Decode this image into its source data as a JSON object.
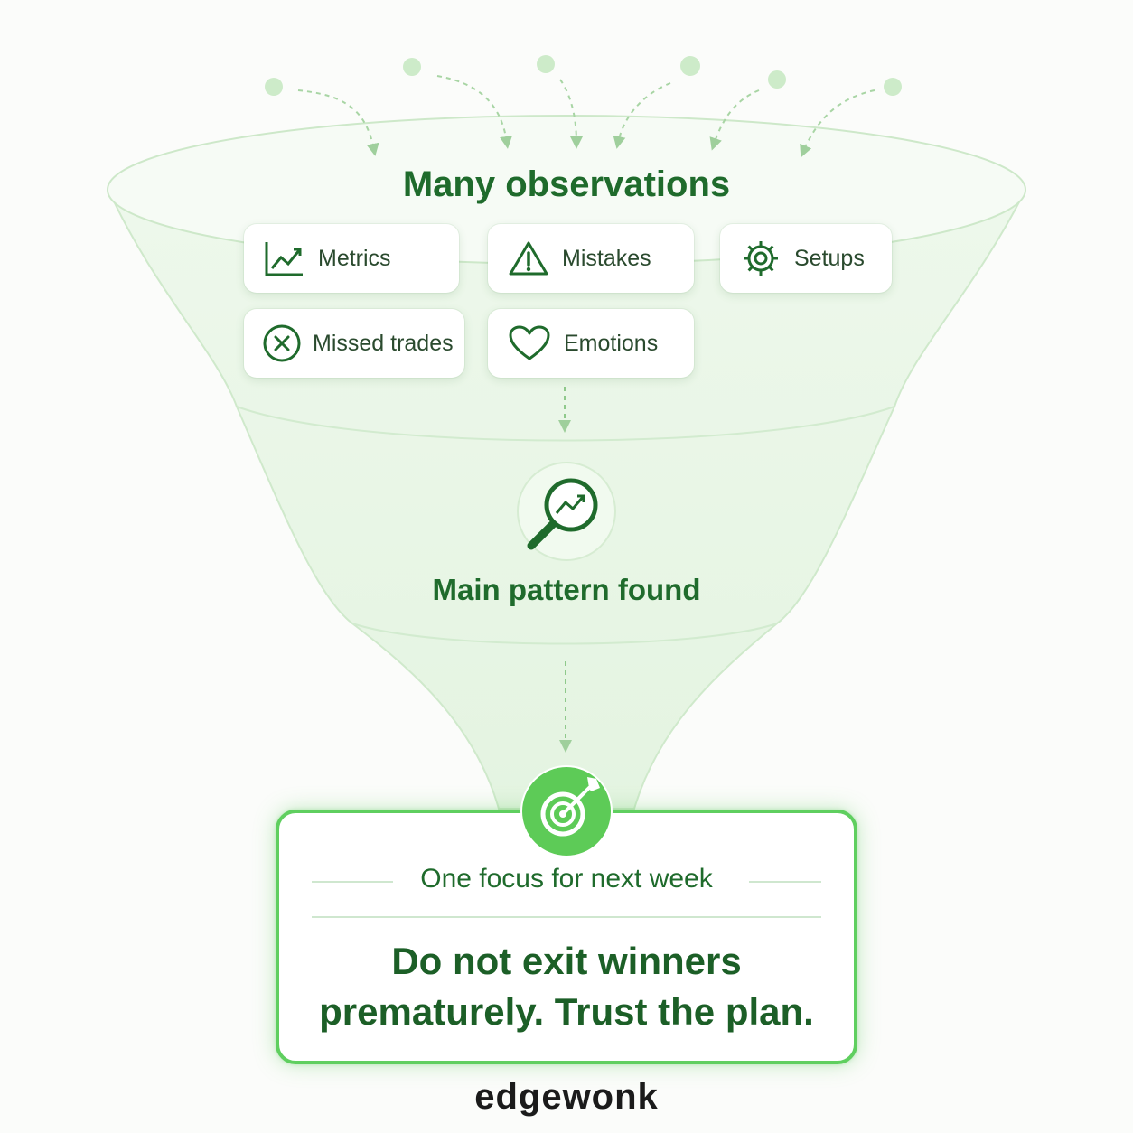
{
  "funnel": {
    "top_title": "Many observations",
    "chips": [
      {
        "label": "Metrics",
        "icon": "line-chart-icon"
      },
      {
        "label": "Mistakes",
        "icon": "warning-icon"
      },
      {
        "label": "Setups",
        "icon": "gear-icon"
      },
      {
        "label": "Missed trades",
        "icon": "circle-x-icon"
      },
      {
        "label": "Emotions",
        "icon": "heart-icon"
      }
    ],
    "middle_title": "Main pattern found",
    "middle_icon": "magnifier-trend-icon"
  },
  "focus": {
    "label": "One focus for next week",
    "text_line1": "Do not exit winners",
    "text_line2": "prematurely. Trust the plan.",
    "icon": "target-icon"
  },
  "brand": {
    "name": "edgewonk"
  },
  "colors": {
    "primary_green": "#1f6b2c",
    "accent_green": "#5fcf5f",
    "light_green": "#e3f4e0",
    "dot_green": "#cdebc9"
  }
}
